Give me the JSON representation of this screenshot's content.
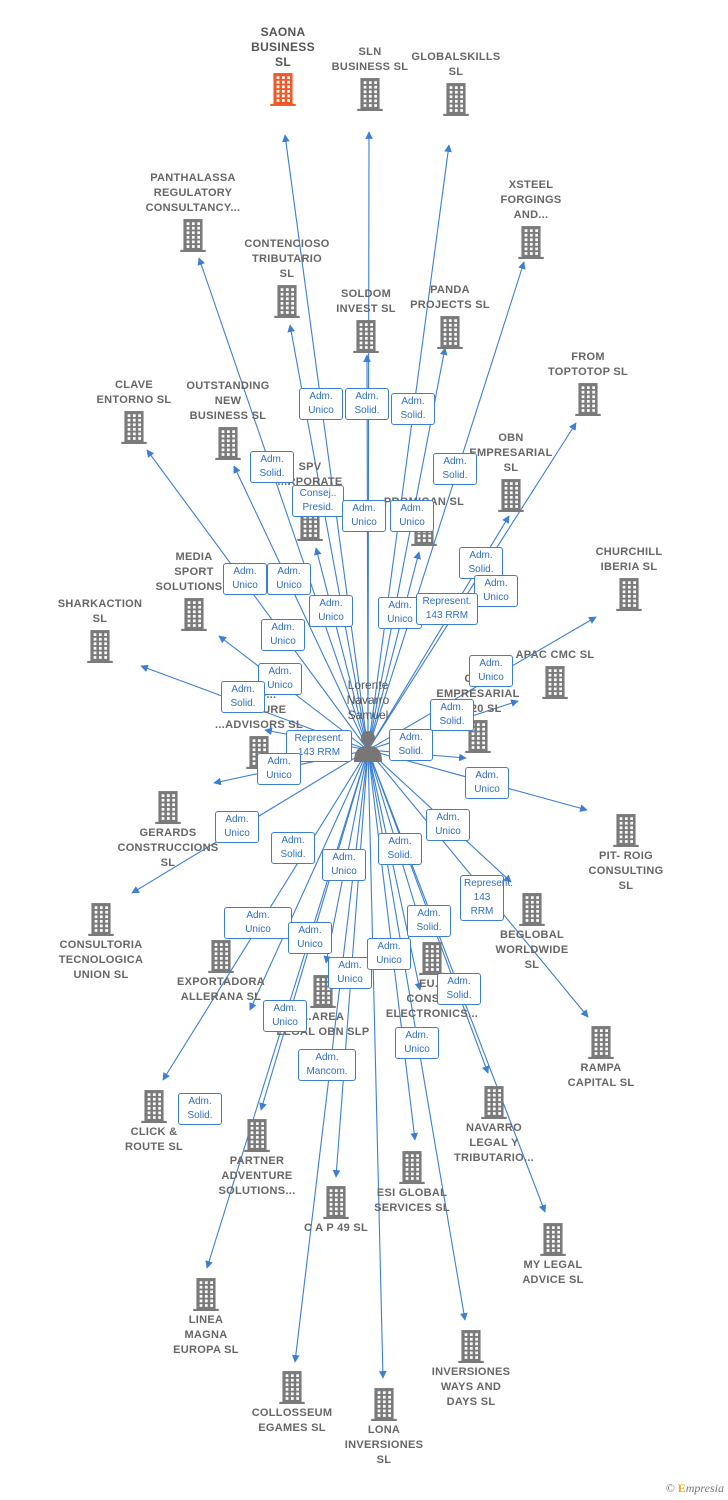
{
  "center": {
    "name": "Lorente\nNavarro\nSamuel"
  },
  "brand": {
    "copyright": "©",
    "logo_initial": "E",
    "logo_rest": "mpresia"
  },
  "colors": {
    "edge": "#3b7fd4",
    "building": "#7a7a7a",
    "highlight": "#f05a28"
  },
  "companies": [
    {
      "id": "saona",
      "name": "SAONA\nBUSINESS\nSL",
      "highlight": true
    },
    {
      "id": "sln",
      "name": "SLN\nBUSINESS  SL"
    },
    {
      "id": "globalskills",
      "name": "GLOBALSKILLS\nSL"
    },
    {
      "id": "panthalassa",
      "name": "PANTHALASSA\nREGULATORY\nCONSULTANCY..."
    },
    {
      "id": "xsteel",
      "name": "XSTEEL\nFORGINGS\nAND..."
    },
    {
      "id": "contencioso",
      "name": "CONTENCIOSO\nTRIBUTARIO\nSL"
    },
    {
      "id": "soldom",
      "name": "SOLDOM\nINVEST  SL"
    },
    {
      "id": "panda",
      "name": "PANDA\nPROJECTS  SL"
    },
    {
      "id": "fromtoptotop",
      "name": "FROM\nTOPTOTOP  SL"
    },
    {
      "id": "clave",
      "name": "CLAVE\nENTORNO  SL"
    },
    {
      "id": "outstanding",
      "name": "OUTSTANDING\nNEW\nBUSINESS  SL"
    },
    {
      "id": "obn",
      "name": "OBN\nEMPRESARIAL\nSL"
    },
    {
      "id": "spv",
      "name": "SPV\n...RPORATE\nADV..."
    },
    {
      "id": "promican",
      "name": "PROMICAN  SL"
    },
    {
      "id": "media",
      "name": "MEDIA\nSPORT\nSOLUTIONS..."
    },
    {
      "id": "churchill",
      "name": "CHURCHILL\nIBERIA  SL"
    },
    {
      "id": "sharkaction",
      "name": "SHARKACTION\nSL"
    },
    {
      "id": "apac",
      "name": "APAC CMC  SL"
    },
    {
      "id": "gr",
      "name": "GR...\nEMPRESARIAL\n...020  SL"
    },
    {
      "id": "glo",
      "name": "GLO...\nVENTURE\n...ADVISORS  SL"
    },
    {
      "id": "gerards",
      "name": "GERARDS\nCONSTRUCCIONS\nSL"
    },
    {
      "id": "pitroig",
      "name": "PIT- ROIG\nCONSULTING\nSL"
    },
    {
      "id": "beglobal",
      "name": "BEGLOBAL\nWORLDWIDE\nSL"
    },
    {
      "id": "consultoria",
      "name": "CONSULTORIA\nTECNOLOGICA\nUNION  SL"
    },
    {
      "id": "exportadora",
      "name": "EXPORTADORA\nALLERANA  SL"
    },
    {
      "id": "area",
      "name": "...AREA\nLEGAL OBN  SLP"
    },
    {
      "id": "eu",
      "name": "EU...\nCONSU...\nELECTRONICS..."
    },
    {
      "id": "rampa",
      "name": "RAMPA\nCAPITAL  SL"
    },
    {
      "id": "click",
      "name": "CLICK &\nROUTE  SL"
    },
    {
      "id": "navarro",
      "name": "NAVARRO\nLEGAL Y\nTRIBUTARIO..."
    },
    {
      "id": "partner",
      "name": "PARTNER\nADVENTURE\nSOLUTIONS..."
    },
    {
      "id": "esi",
      "name": "ESI GLOBAL\nSERVICES  SL"
    },
    {
      "id": "cap49",
      "name": "C A P 49 SL"
    },
    {
      "id": "mylegal",
      "name": "MY LEGAL\nADVICE  SL"
    },
    {
      "id": "linea",
      "name": "LINEA\nMAGNA\nEUROPA  SL"
    },
    {
      "id": "inversiones",
      "name": "INVERSIONES\nWAYS AND\nDAYS  SL"
    },
    {
      "id": "colosseum",
      "name": "COLLOSSEUM\nEGAMES  SL"
    },
    {
      "id": "lona",
      "name": "LONA\nINVERSIONES\nSL"
    }
  ],
  "relations": [
    {
      "label": "Adm.\nUnico"
    },
    {
      "label": "Adm.\nSolid."
    },
    {
      "label": "Adm.\nSolid."
    },
    {
      "label": "Adm.\nSolid."
    },
    {
      "label": "Adm.\nSolid."
    },
    {
      "label": "Consej..\nPresid."
    },
    {
      "label": "Adm.\nUnico"
    },
    {
      "label": "Adm.\nUnico"
    },
    {
      "label": "Adm.\nSolid."
    },
    {
      "label": "Adm.\nUnico"
    },
    {
      "label": "Adm.\nUnico"
    },
    {
      "label": "Adm.\nUnico"
    },
    {
      "label": "Adm.\nUnico"
    },
    {
      "label": "Adm.\nUnico"
    },
    {
      "label": "Represent.\n143 RRM"
    },
    {
      "label": "Adm.\nUnico"
    },
    {
      "label": "Adm.\nUnico"
    },
    {
      "label": "Adm.\nUnico"
    },
    {
      "label": "Adm.\nSolid."
    },
    {
      "label": "Adm.\nSolid."
    },
    {
      "label": "Represent.\n143 RRM"
    },
    {
      "label": "Adm.\nSolid."
    },
    {
      "label": "Adm.\nUnico"
    },
    {
      "label": "Adm.\nUnico"
    },
    {
      "label": "Adm.\nUnico"
    },
    {
      "label": "Adm.\nUnico"
    },
    {
      "label": "Adm.\nSolid."
    },
    {
      "label": "Adm.\nSolid."
    },
    {
      "label": "Adm.\nUnico"
    },
    {
      "label": "Represent.\n143 RRM"
    },
    {
      "label": "Adm.\nUnico"
    },
    {
      "label": "Adm.\nUnico"
    },
    {
      "label": "Adm.\nSolid."
    },
    {
      "label": "Adm.\nUnico"
    },
    {
      "label": "Adm.\nUnico"
    },
    {
      "label": "Adm.\nSolid."
    },
    {
      "label": "Adm.\nMancom."
    },
    {
      "label": "Adm.\nUnico"
    },
    {
      "label": "Adm.\nUnico"
    },
    {
      "label": "Adm.\nSolid."
    }
  ]
}
